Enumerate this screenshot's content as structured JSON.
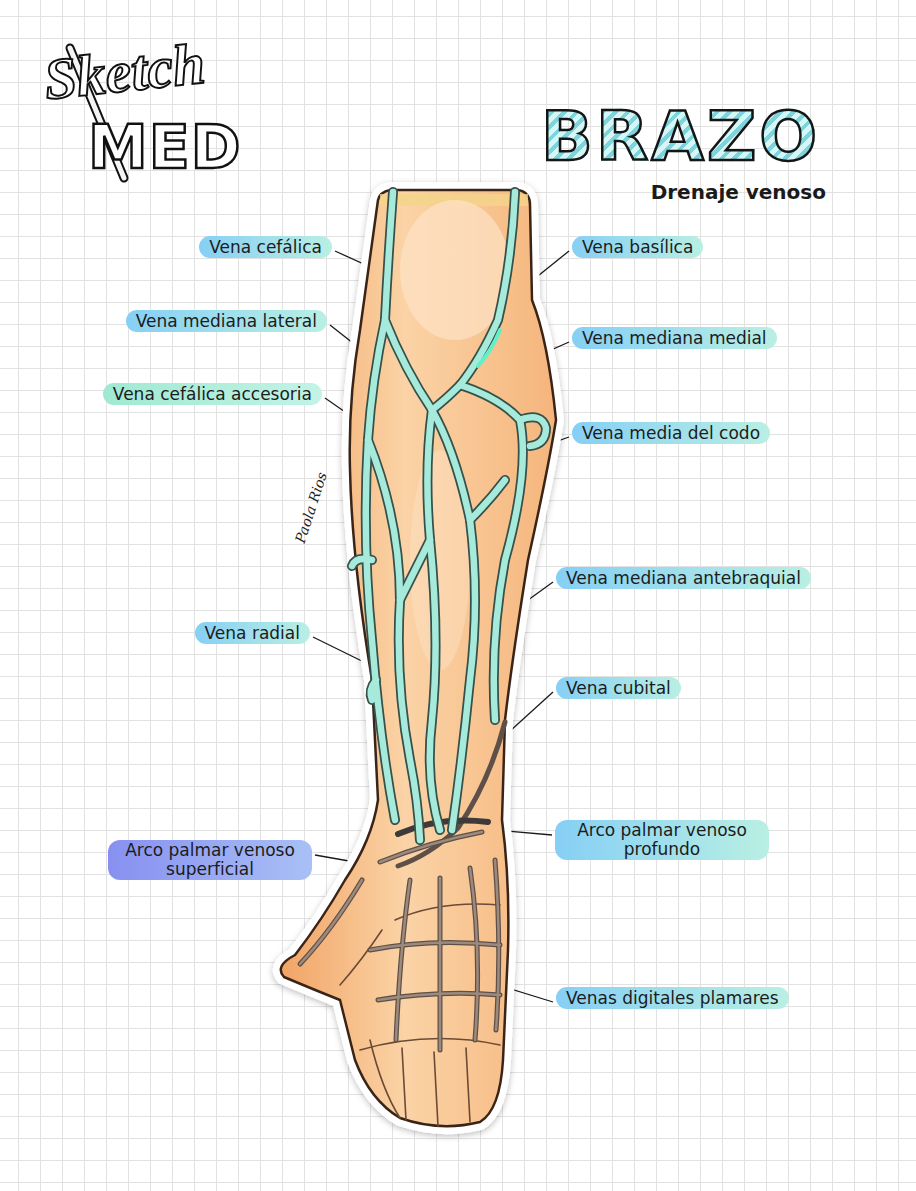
{
  "diagram": {
    "title": "BRAZO",
    "labels": [
      "Sketch",
      "MED",
      "Drenaje venoso",
      "Vena cefálica",
      "Vena basílica",
      "Vena mediana lateral",
      "Vena mediana medial",
      "Vena cefálica accesoria",
      "Vena media del codo",
      "Paola Rios",
      "Vena mediana antebraquial",
      "Vena radial",
      "Vena cubital",
      "Arco palmar venoso profundo",
      "Arco palmar venoso superficial",
      "Venas digitales plamares"
    ]
  }
}
